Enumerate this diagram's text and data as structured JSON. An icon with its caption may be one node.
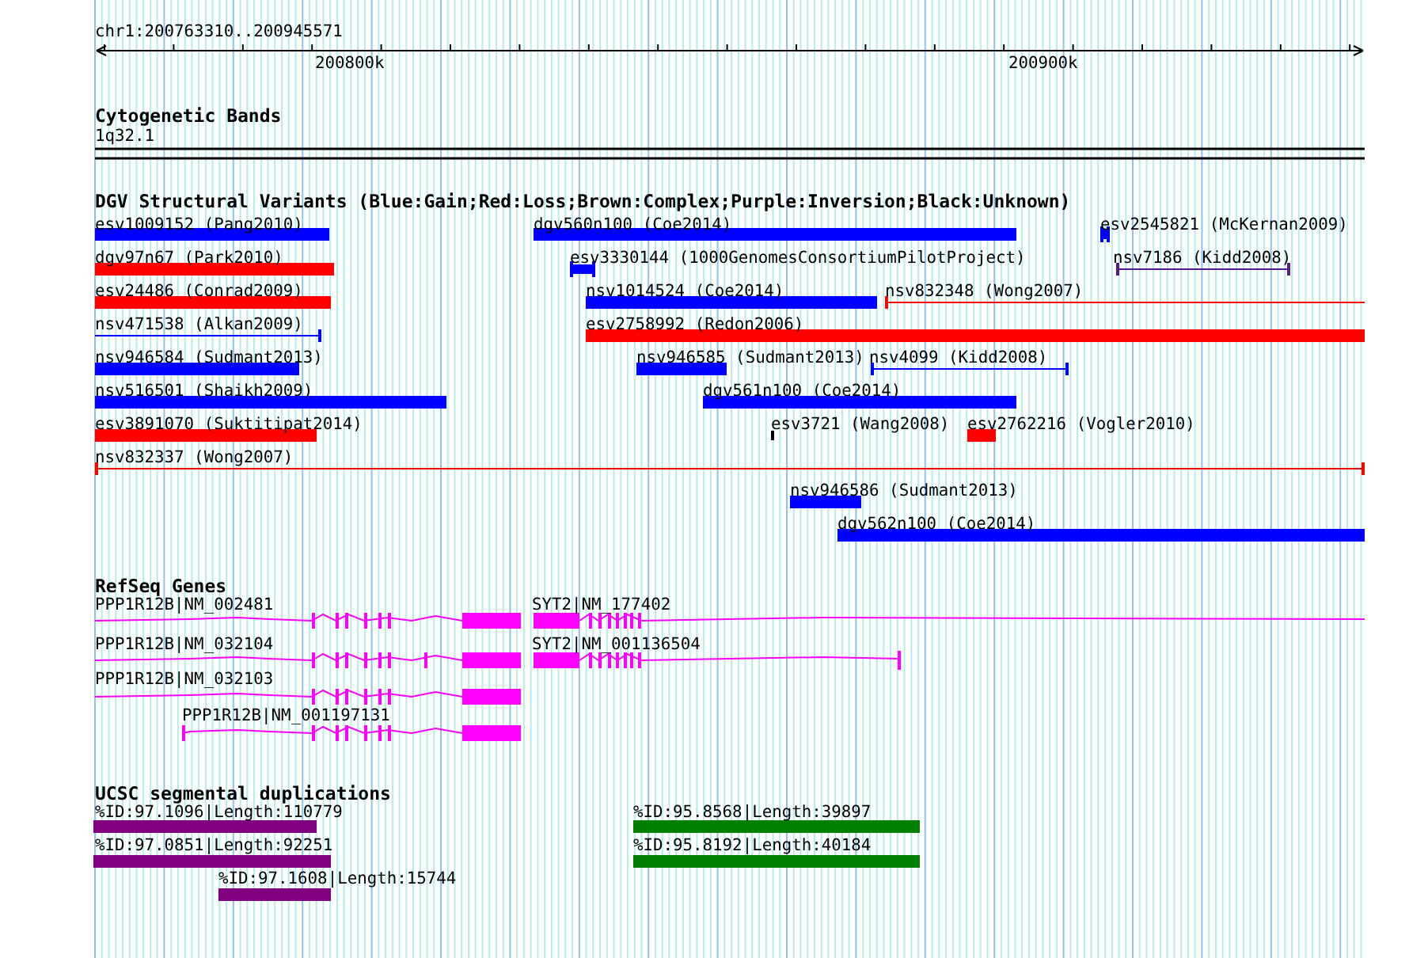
{
  "diagram": {
    "labels": [
      "chr1:200763310..200945571",
      "200800k",
      "200900k",
      "Cytogenetic Bands",
      "1q32.1",
      "DGV Structural Variants (Blue:Gain;Red:Loss;Brown:Complex;Purple:Inversion;Black:Unknown)",
      "esv1009152 (Pang2010)",
      "dgv560n100 (Coe2014)",
      "esv2545821 (McKernan2009)",
      "dgv97n67 (Park2010)",
      "esv3330144 (1000GenomesConsortiumPilotProject)",
      "nsv7186 (Kidd2008)",
      "esv24486 (Conrad2009)",
      "nsv1014524 (Coe2014)",
      "nsv832348 (Wong2007)",
      "nsv471538 (Alkan2009)",
      "esv2758992 (Redon2006)",
      "nsv946584 (Sudmant2013)",
      "nsv946585 (Sudmant2013)",
      "nsv4099 (Kidd2008)",
      "nsv516501 (Shaikh2009)",
      "dgv561n100 (Coe2014)",
      "esv3891070 (Suktitipat2014)",
      "esv3721 (Wang2008)",
      "esv2762216 (Vogler2010)",
      "nsv832337 (Wong2007)",
      "nsv946586 (Sudmant2013)",
      "dgv562n100 (Coe2014)",
      "RefSeq Genes",
      "PPP1R12B|NM_002481",
      "SYT2|NM_177402",
      "PPP1R12B|NM_032104",
      "SYT2|NM_001136504",
      "PPP1R12B|NM_032103",
      "PPP1R12B|NM_001197131",
      "UCSC segmental duplications",
      "%ID:97.1096|Length:110779",
      "%ID:95.8568|Length:39897",
      "%ID:97.0851|Length:92251",
      "%ID:95.8192|Length:40184",
      "%ID:97.1608|Length:15744"
    ]
  }
}
